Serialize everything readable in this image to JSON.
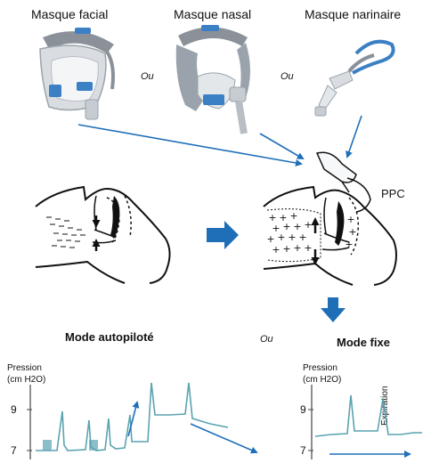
{
  "labels": {
    "masque_facial": "Masque facial",
    "masque_nasal": "Masque nasal",
    "masque_narinaire": "Masque narinaire",
    "ou": "Ou",
    "ppc": "PPC",
    "mode_autopilote": "Mode autopiloté",
    "mode_fixe": "Mode fixe",
    "pression": "Pression",
    "unite": "(cm H2O)",
    "expiration": "Expiration",
    "tick_high": "9",
    "tick_low": "7"
  },
  "colors": {
    "arrow_blue": "#1f6fb8",
    "signal_teal": "#5aa3b0",
    "mask_blue": "#3b7fc4",
    "mask_grey": "#9aa3ab"
  },
  "icons": [
    "face-mask-icon",
    "nasal-mask-icon",
    "nasal-pillow-icon",
    "ppc-machine-icon"
  ]
}
